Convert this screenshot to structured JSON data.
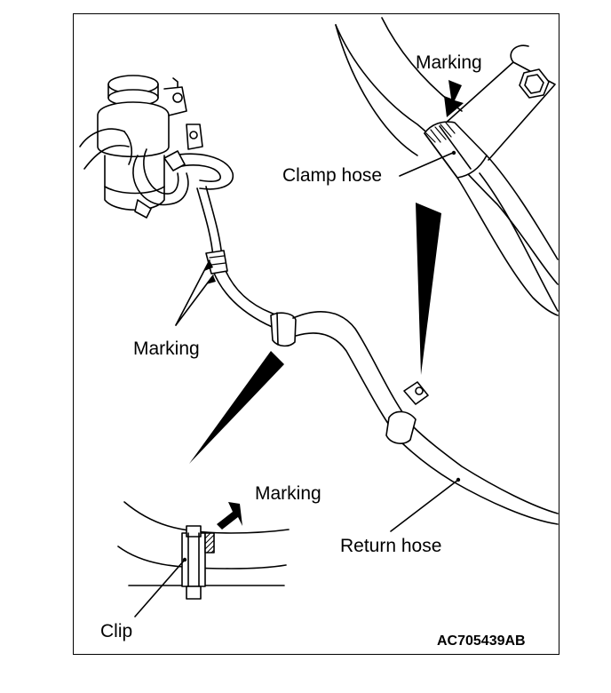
{
  "labels": {
    "marking_top": "Marking",
    "clamp_hose": "Clamp hose",
    "marking_left": "Marking",
    "marking_detail": "Marking",
    "return_hose": "Return hose",
    "clip": "Clip",
    "figure_code": "AC705439AB"
  },
  "colors": {
    "line": "#000000",
    "background": "#ffffff"
  }
}
